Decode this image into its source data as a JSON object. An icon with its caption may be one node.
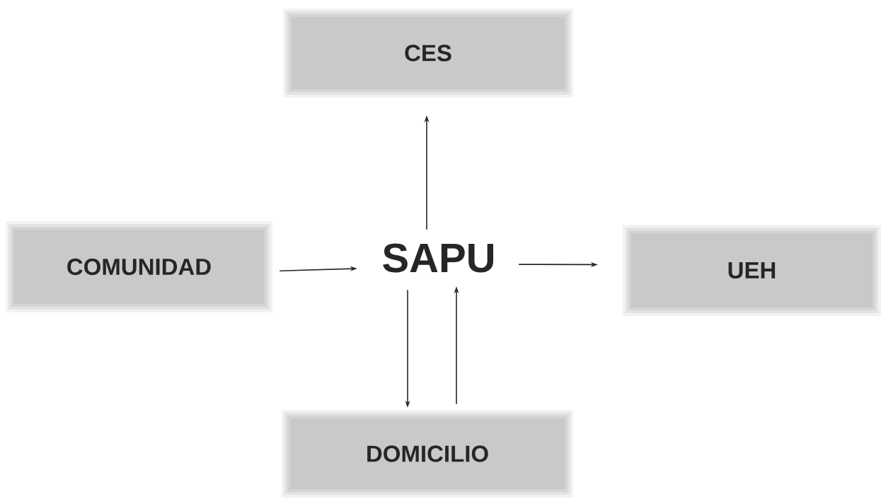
{
  "diagram": {
    "nodes": [
      {
        "text": [
          "CES"
        ]
      },
      {
        "text": [
          "COMUNIDAD"
        ]
      },
      {
        "text": [
          "SAPU"
        ]
      },
      {
        "text": [
          "UEH"
        ]
      },
      {
        "text": [
          "DOMICILIO"
        ]
      }
    ],
    "edges": [
      {
        "from": 2,
        "to": 0,
        "arrow": "to"
      },
      {
        "from": 1,
        "to": 2,
        "arrow": "to"
      },
      {
        "from": 2,
        "to": 3,
        "arrow": "to"
      },
      {
        "from": 2,
        "to": 4,
        "arrow": "to"
      },
      {
        "from": 4,
        "to": 2,
        "arrow": "to"
      }
    ]
  }
}
